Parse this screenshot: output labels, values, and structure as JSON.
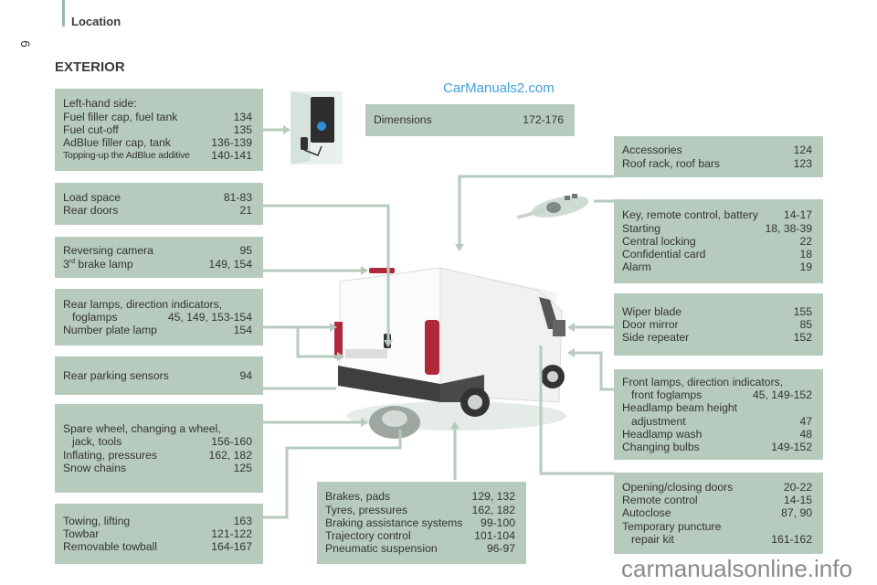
{
  "header": {
    "title": "Location",
    "page_number": "6"
  },
  "section_title": "EXTERIOR",
  "watermarks": {
    "top": "CarManuals2.com",
    "bottom": "carmanualsonline.info"
  },
  "colors": {
    "box_fill": "#b6cbbd",
    "connector": "#b6cbbd",
    "watermark_blue": "#3f9fe0",
    "text": "#333333"
  },
  "left_boxes": [
    {
      "rows": [
        {
          "label": "Left-hand side:",
          "page": ""
        },
        {
          "label": "Fuel filler cap, fuel tank",
          "page": "134"
        },
        {
          "label": "Fuel cut-off",
          "page": "135"
        },
        {
          "label": "AdBlue filler cap, tank",
          "page": "136-139"
        },
        {
          "label": "Topping-up the AdBlue additive",
          "page": "140-141"
        }
      ]
    },
    {
      "rows": [
        {
          "label": "Load space",
          "page": "81-83"
        },
        {
          "label": "Rear doors",
          "page": "21"
        }
      ]
    },
    {
      "rows": [
        {
          "label": "Reversing camera",
          "page": "95"
        },
        {
          "label": "3",
          "sup": "rd",
          "label_rest": " brake lamp",
          "page": "149, 154"
        }
      ]
    },
    {
      "rows": [
        {
          "label": "Rear lamps, direction indicators,",
          "page": ""
        },
        {
          "label": "foglamps",
          "page": "45, 149, 153-154"
        },
        {
          "label": "Number plate lamp",
          "page": "154"
        }
      ]
    },
    {
      "rows": [
        {
          "label": "Rear parking sensors",
          "page": "94"
        }
      ]
    },
    {
      "rows": [
        {
          "label": "Spare wheel, changing a wheel,",
          "page": ""
        },
        {
          "label": "jack, tools",
          "page": "156-160"
        },
        {
          "label": "Inflating, pressures",
          "page": "162, 182"
        },
        {
          "label": "Snow chains",
          "page": "125"
        }
      ]
    },
    {
      "rows": [
        {
          "label": "Towing, lifting",
          "page": "163"
        },
        {
          "label": "Towbar",
          "page": "121-122"
        },
        {
          "label": "Removable towball",
          "page": "164-167"
        }
      ]
    }
  ],
  "center_boxes": [
    {
      "rows": [
        {
          "label": "Dimensions",
          "page": "172-176"
        }
      ]
    },
    {
      "rows": [
        {
          "label": "Brakes, pads",
          "page": "129, 132"
        },
        {
          "label": "Tyres, pressures",
          "page": "162, 182"
        },
        {
          "label": "Braking assistance systems",
          "page": "99-100"
        },
        {
          "label": "Trajectory control",
          "page": "101-104"
        },
        {
          "label": "Pneumatic suspension",
          "page": "96-97"
        }
      ]
    }
  ],
  "right_boxes": [
    {
      "rows": [
        {
          "label": "Accessories",
          "page": "124"
        },
        {
          "label": "Roof rack, roof bars",
          "page": "123"
        }
      ]
    },
    {
      "rows": [
        {
          "label": "Key, remote control, battery",
          "page": "14-17"
        },
        {
          "label": "Starting",
          "page": "18, 38-39"
        },
        {
          "label": "Central locking",
          "page": "22"
        },
        {
          "label": "Confidential card",
          "page": "18"
        },
        {
          "label": "Alarm",
          "page": "19"
        }
      ]
    },
    {
      "rows": [
        {
          "label": "Wiper blade",
          "page": "155"
        },
        {
          "label": "Door mirror",
          "page": "85"
        },
        {
          "label": "Side repeater",
          "page": "152"
        }
      ]
    },
    {
      "rows": [
        {
          "label": "Front lamps, direction indicators,",
          "page": ""
        },
        {
          "label": "front foglamps",
          "page": "45, 149-152"
        },
        {
          "label": "Headlamp beam height",
          "page": ""
        },
        {
          "label": "adjustment",
          "page": "47"
        },
        {
          "label": "Headlamp wash",
          "page": "48"
        },
        {
          "label": "Changing bulbs",
          "page": "149-152"
        }
      ]
    },
    {
      "rows": [
        {
          "label": "Opening/closing doors",
          "page": "20-22"
        },
        {
          "label": "Remote control",
          "page": "14-15"
        },
        {
          "label": "Autoclose",
          "page": "87, 90"
        },
        {
          "label": "Temporary puncture",
          "page": ""
        },
        {
          "label": "repair kit",
          "page": "161-162"
        }
      ]
    }
  ]
}
